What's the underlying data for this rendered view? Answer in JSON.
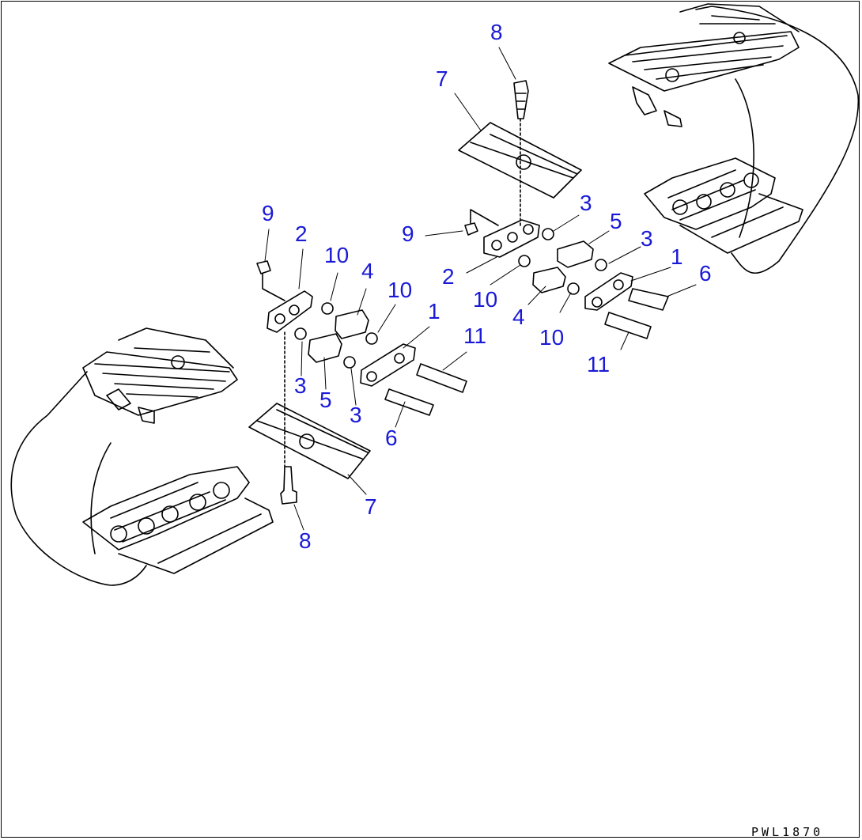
{
  "diagram": {
    "colors": {
      "line": "#000000",
      "label": "#1a1ad6",
      "paper": "#ffffff"
    },
    "callouts": [
      "1",
      "2",
      "3",
      "4",
      "5",
      "6",
      "7",
      "8",
      "9",
      "10",
      "11"
    ],
    "labels": [
      {
        "part": "8"
      },
      {
        "part": "7"
      },
      {
        "part": "3"
      },
      {
        "part": "5"
      },
      {
        "part": "3"
      },
      {
        "part": "1"
      },
      {
        "part": "6"
      },
      {
        "part": "9"
      },
      {
        "part": "2"
      },
      {
        "part": "10"
      },
      {
        "part": "4"
      },
      {
        "part": "10"
      },
      {
        "part": "11"
      },
      {
        "part": "9"
      },
      {
        "part": "2"
      },
      {
        "part": "10"
      },
      {
        "part": "4"
      },
      {
        "part": "10"
      },
      {
        "part": "1"
      },
      {
        "part": "11"
      },
      {
        "part": "3"
      },
      {
        "part": "5"
      },
      {
        "part": "3"
      },
      {
        "part": "6"
      },
      {
        "part": "7"
      },
      {
        "part": "8"
      }
    ],
    "drawing_code": "PWL1870"
  }
}
